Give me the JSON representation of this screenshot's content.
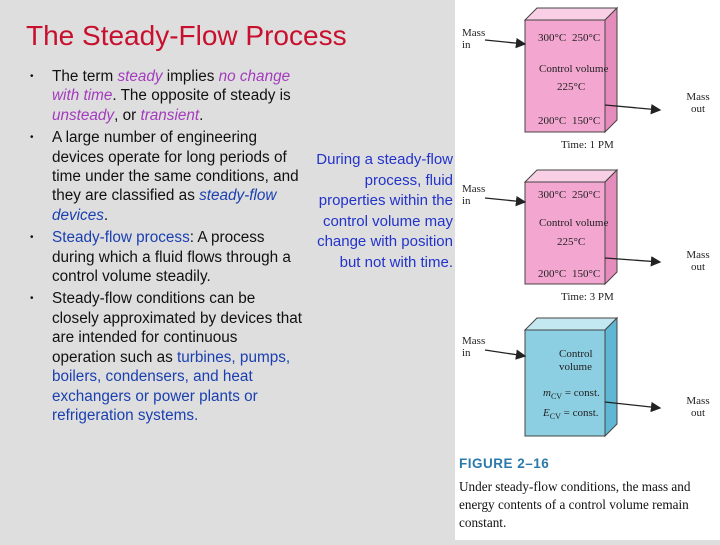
{
  "title": "The Steady-Flow Process",
  "bullets": [
    {
      "segments": [
        {
          "t": "The term ",
          "c": "n"
        },
        {
          "t": "steady",
          "c": "pink"
        },
        {
          "t": " implies ",
          "c": "n"
        },
        {
          "t": "no change with time",
          "c": "pink"
        },
        {
          "t": ". The opposite of steady is ",
          "c": "n"
        },
        {
          "t": "unsteady",
          "c": "pink"
        },
        {
          "t": ", or ",
          "c": "n"
        },
        {
          "t": "transient",
          "c": "pink"
        },
        {
          "t": ".",
          "c": "n"
        }
      ]
    },
    {
      "segments": [
        {
          "t": "A large number of engineering devices operate for long periods of time under the same conditions, and they are classified as ",
          "c": "n"
        },
        {
          "t": "steady-flow devices",
          "c": "blue-it"
        },
        {
          "t": ".",
          "c": "n"
        }
      ]
    },
    {
      "segments": [
        {
          "t": "Steady-flow process",
          "c": "blue"
        },
        {
          "t": ": A process during which a fluid flows through a control volume steadily.",
          "c": "n"
        }
      ]
    },
    {
      "segments": [
        {
          "t": "Steady-flow conditions can be closely approximated by devices that are intended for continuous operation such as ",
          "c": "n"
        },
        {
          "t": "turbines, pumps, boilers, condensers, and heat exchangers or power plants or refrigeration systems.",
          "c": "blue"
        }
      ]
    }
  ],
  "side_note": "During a steady-flow process, fluid properties within the control volume may change with position but not with time.",
  "figure": {
    "box1": {
      "mass_in": "Mass\nin",
      "mass_out": "Mass\nout",
      "t1": "300°C",
      "t2": "250°C",
      "cv": "Control volume",
      "t3": "225°C",
      "t4": "200°C",
      "t5": "150°C",
      "time": "Time: 1 PM"
    },
    "box2": {
      "mass_in": "Mass\nin",
      "mass_out": "Mass\nout",
      "t1": "300°C",
      "t2": "250°C",
      "cv": "Control volume",
      "t3": "225°C",
      "t4": "200°C",
      "t5": "150°C",
      "time": "Time: 3 PM"
    },
    "box3": {
      "mass_in": "Mass\nin",
      "mass_out": "Mass\nout",
      "cv1": "Control",
      "cv2": "volume",
      "m_var": "m",
      "m_sub": "CV",
      "m_rest": " = const.",
      "e_var": "E",
      "e_sub": "CV",
      "e_rest": " = const."
    },
    "fig_title": "FIGURE 2–16",
    "caption": "Under steady-flow conditions, the mass and energy contents of a control volume remain constant."
  },
  "colors": {
    "title": "#c8102e",
    "pink_box": "#f3a6d0",
    "blue_box": "#8ccfe2",
    "accent_blue": "#1a3fb0",
    "accent_pink": "#a33bbd"
  }
}
